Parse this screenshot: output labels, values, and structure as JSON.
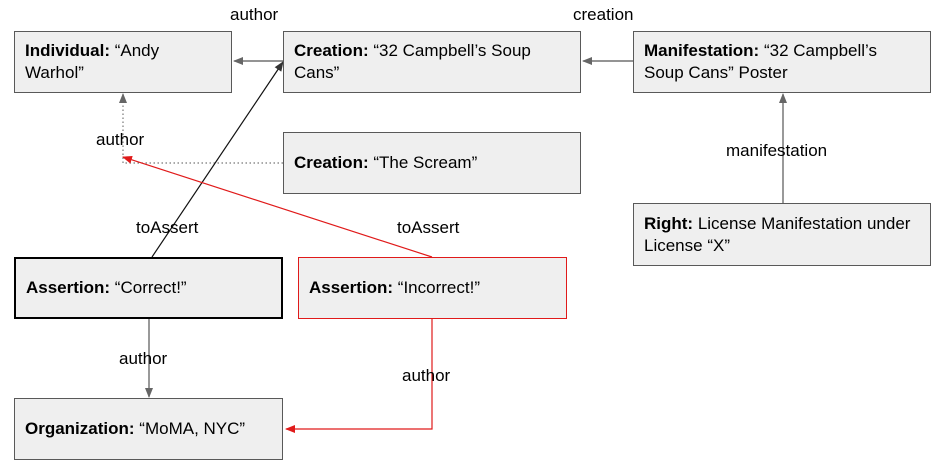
{
  "nodes": {
    "individual": {
      "kind": "Individual:",
      "value": " “Andy Warhol”"
    },
    "creation_soup": {
      "kind": "Creation:",
      "value": " “32 Campbell’s Soup Cans”"
    },
    "manifestation": {
      "kind": "Manifestation:",
      "value": " “32 Campbell’s Soup Cans” Poster"
    },
    "creation_scream": {
      "kind": "Creation:",
      "value": " “The Scream”"
    },
    "right": {
      "kind": "Right:",
      "value": " License Manifestation under License “X”"
    },
    "assertion_correct": {
      "kind": "Assertion:",
      "value": " “Correct!”"
    },
    "assertion_incorrect": {
      "kind": "Assertion:",
      "value": " “Incorrect!”"
    },
    "organization": {
      "kind": "Organization:",
      "value": " “MoMA, NYC”"
    }
  },
  "edges": {
    "creation_to_individual": "author",
    "manifestation_to_creation": "creation",
    "scream_to_individual": "author",
    "right_to_manifestation": "manifestation",
    "correct_to_assert": "toAssert",
    "incorrect_to_assert": "toAssert",
    "correct_to_org": "author",
    "incorrect_to_org": "author"
  },
  "colors": {
    "edge": "#000000",
    "edge_gray": "#555555",
    "incorrect": "#e01a1a",
    "node_fill": "#efefef"
  }
}
